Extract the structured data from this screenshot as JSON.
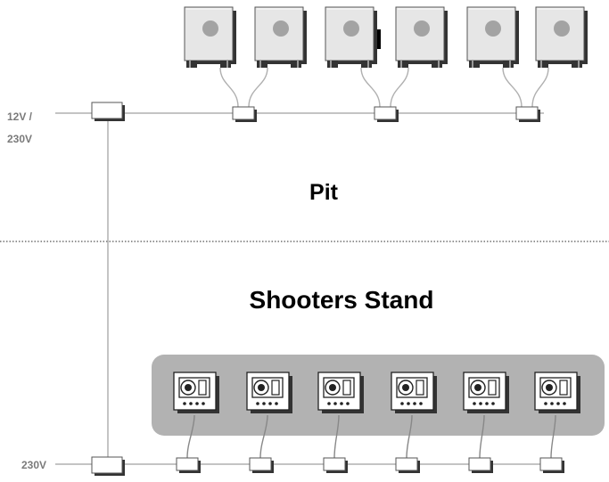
{
  "labels": {
    "power_top": [
      "12V /",
      "230V"
    ],
    "power_bottom": "230V",
    "pit": "Pit",
    "shooters_stand": "Shooters Stand"
  },
  "pit": {
    "trap_count": 6,
    "junction_count": 3
  },
  "stand": {
    "console_count": 6,
    "junction_count": 6
  },
  "colors": {
    "line": "#b0b0b0",
    "box_fill": "#ffffff",
    "box_stroke": "#555555",
    "shadow": "#333333",
    "trap_fill": "#e6e6e6",
    "trap_dot": "#a3a3a3",
    "stand_panel": "#b2b2b2",
    "text_gray": "#7a7a7a",
    "text_dark": "#000000"
  }
}
